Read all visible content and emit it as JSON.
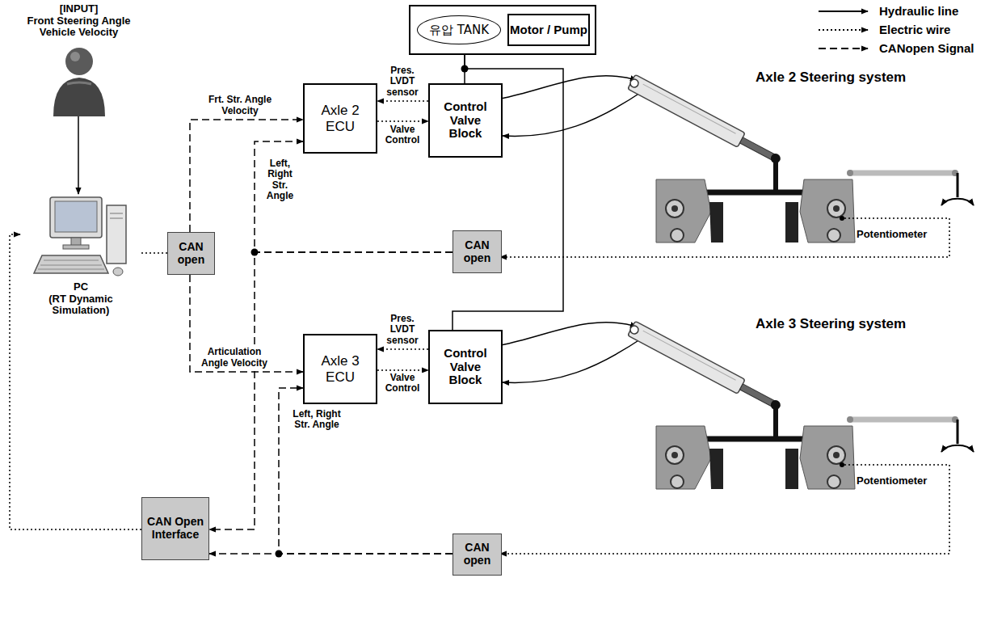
{
  "diagram": {
    "nodes": [
      {
        "text": [
          "유압 TANK",
          "Motor / Pump"
        ]
      },
      {
        "text": [
          "PC",
          "(RT Dynamic Simulation)"
        ]
      },
      {
        "text": [
          "[INPUT]",
          "Front Steering Angle Vehicle Velocity"
        ]
      },
      {
        "text": [
          "CAN open"
        ]
      },
      {
        "text": [
          "Axle 2 ECU"
        ]
      },
      {
        "text": [
          "Control Valve Block"
        ]
      },
      {
        "text": [
          "CAN open"
        ]
      },
      {
        "text": [
          "Axle 3 ECU"
        ]
      },
      {
        "text": [
          "Control Valve Block"
        ]
      },
      {
        "text": [
          "CAN Open Interface"
        ]
      },
      {
        "text": [
          "CAN open"
        ]
      }
    ],
    "edges": [
      {
        "from": 2,
        "to": 1,
        "arrow": "to"
      },
      {
        "from": 1,
        "to": 3,
        "arrow": "none"
      },
      {
        "from": 3,
        "to": 4,
        "arrow": "to",
        "label": "Frt. Str. Angle Velocity"
      },
      {
        "from": 3,
        "to": 7,
        "arrow": "to",
        "label": "Articulation Angle Velocity"
      },
      {
        "from": 5,
        "to": 4,
        "arrow": "to",
        "label": "Pres. LVDT sensor"
      },
      {
        "from": 4,
        "to": 5,
        "arrow": "to",
        "label": "Valve Control"
      },
      {
        "from": 8,
        "to": 7,
        "arrow": "to",
        "label": "Pres. LVDT sensor"
      },
      {
        "from": 7,
        "to": 8,
        "arrow": "to",
        "label": "Valve Control"
      },
      {
        "from": 0,
        "to": 5,
        "arrow": "none"
      },
      {
        "from": 0,
        "to": 8,
        "arrow": "none"
      },
      {
        "from": 6,
        "to": 4,
        "arrow": "to",
        "label": "Left, Right Str. Angle"
      },
      {
        "from": 6,
        "to": 9,
        "arrow": "to"
      },
      {
        "from": 10,
        "to": 7,
        "arrow": "to",
        "label": "Left, Right Str. Angle"
      },
      {
        "from": 10,
        "to": 9,
        "arrow": "to"
      },
      {
        "from": 9,
        "to": 1,
        "arrow": "to"
      }
    ],
    "labels": [
      "Axle 2 Steering system",
      "Axle 3 Steering system",
      "Potentiometer",
      "Potentiometer"
    ],
    "legend": [
      {
        "text": "Hydraulic line"
      },
      {
        "text": "Electric wire"
      },
      {
        "text": "CANopen Signal"
      }
    ]
  }
}
